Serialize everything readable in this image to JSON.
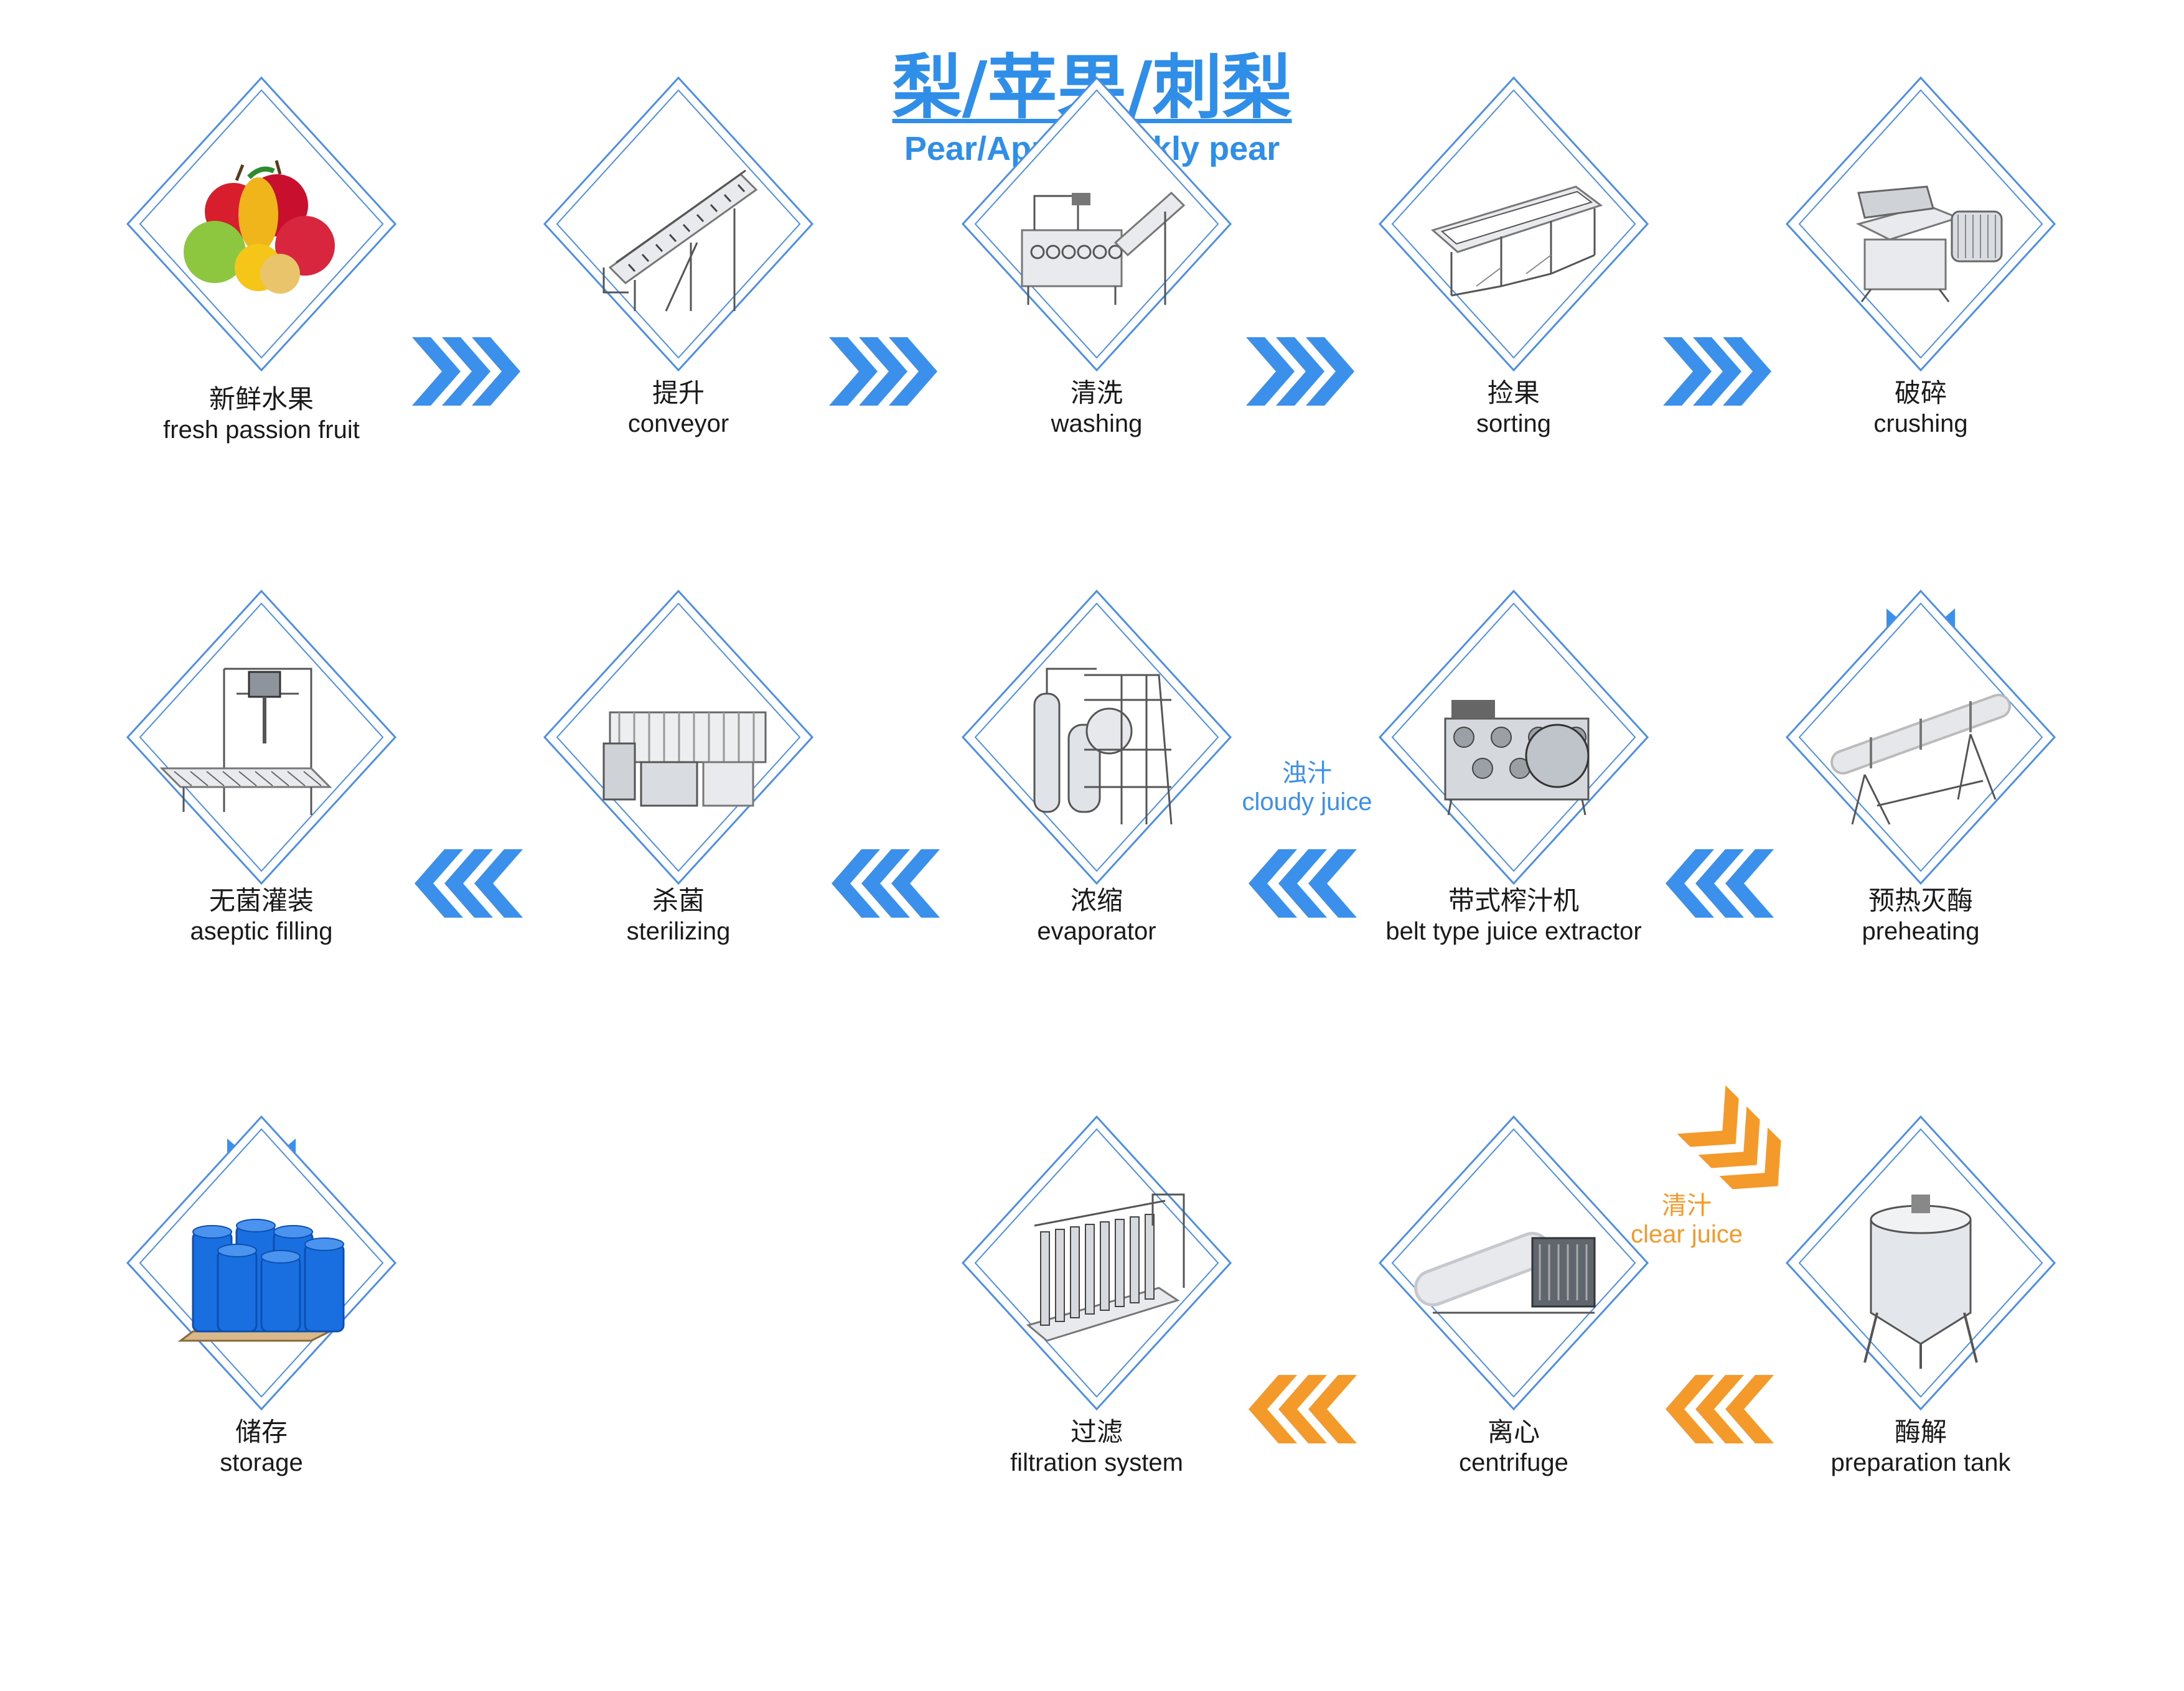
{
  "title": {
    "zh": "梨/苹果/刺梨",
    "en": "Pear/Apple/Prickly pear"
  },
  "colors": {
    "blue": "#3a90ea",
    "orange": "#f49a2a",
    "diamond": "#4d8fe6",
    "text": "#1a1a1a"
  },
  "steps": [
    {
      "zh": "新鲜水果",
      "en": "fresh passion fruit",
      "icon": "fruit-icon"
    },
    {
      "zh": "提升",
      "en": "conveyor",
      "icon": "conveyor-icon"
    },
    {
      "zh": "清洗",
      "en": "washing",
      "icon": "washing-machine-icon"
    },
    {
      "zh": "捡果",
      "en": "sorting",
      "icon": "sorting-table-icon"
    },
    {
      "zh": "破碎",
      "en": "crushing",
      "icon": "crusher-icon"
    },
    {
      "zh": "预热灭酶",
      "en": "preheating",
      "icon": "preheater-icon"
    },
    {
      "zh": "带式榨汁机",
      "en": "belt type juice extractor",
      "icon": "belt-press-icon"
    },
    {
      "zh": "浓缩",
      "en": "evaporator",
      "icon": "evaporator-icon"
    },
    {
      "zh": "杀菌",
      "en": "sterilizing",
      "icon": "sterilizer-icon"
    },
    {
      "zh": "无菌灌装",
      "en": "aseptic filling",
      "icon": "aseptic-filler-icon"
    },
    {
      "zh": "储存",
      "en": "storage",
      "icon": "drums-icon"
    },
    {
      "zh": "过滤",
      "en": "filtration system",
      "icon": "filter-icon"
    },
    {
      "zh": "离心",
      "en": "centrifuge",
      "icon": "centrifuge-icon"
    },
    {
      "zh": "酶解",
      "en": "preparation tank",
      "icon": "tank-icon"
    }
  ],
  "branches": {
    "cloudy": {
      "zh": "浊汁",
      "en": "cloudy juice",
      "color": "#3a90ea"
    },
    "clear": {
      "zh": "清汁",
      "en": "clear juice",
      "color": "#f49a2a"
    }
  }
}
